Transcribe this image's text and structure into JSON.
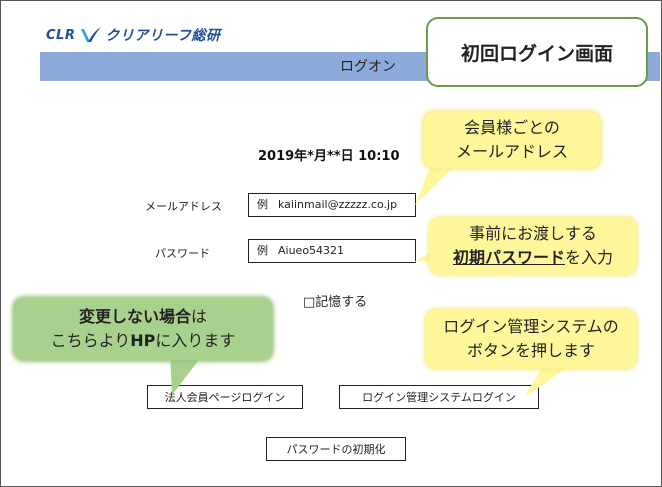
{
  "logo": {
    "prefix": "CLR",
    "name": "クリアリーフ総研"
  },
  "header": {
    "title": "ログオン"
  },
  "title_box": {
    "text": "初回ログイン画面"
  },
  "datetime": "2019年*月**日 10:10",
  "form": {
    "email_label": "メールアドレス",
    "email_example_prefix": "例",
    "email_example_value": "kaiinmail@zzzzz.co.jp",
    "password_label": "パスワード",
    "password_example_prefix": "例",
    "password_example_value": "Aiueo54321",
    "remember_label": "□記憶する"
  },
  "buttons": {
    "corporate_login": "法人会員ページログイン",
    "system_login": "ログイン管理システムログイン",
    "reset_password": "パスワードの初期化"
  },
  "callouts": {
    "email": {
      "line1": "会員様ごとの",
      "line2": "メールアドレス"
    },
    "password": {
      "line1": "事前にお渡しする",
      "line2_bold": "初期パスワード",
      "line2_rest": "を入力"
    },
    "no_change": {
      "line1_bold": "変更しない場合",
      "line1_rest": "は",
      "line2_a": "こちらより",
      "line2_bold": "HP",
      "line2_b": "に入ります"
    },
    "system": {
      "line1": "ログイン管理システムの",
      "line2": "ボタンを押します"
    }
  },
  "colors": {
    "header_bar": "#8eaadb",
    "title_border": "#6a9a4a",
    "callout_yellow": "#fff799",
    "callout_green": "#a9d18e",
    "brand_blue": "#1f4e9c"
  }
}
